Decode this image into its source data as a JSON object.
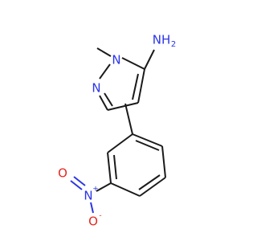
{
  "molecule": {
    "atoms": {
      "amine": {
        "label": "NH",
        "subscript": "2",
        "color": "#2b35e6"
      },
      "n1": {
        "label": "N",
        "color": "#2b35e6"
      },
      "n2": {
        "label": "N",
        "color": "#2b35e6"
      },
      "nitro_n": {
        "label": "N",
        "charge": "+",
        "color": "#2b35e6"
      },
      "nitro_o_double": {
        "label": "O",
        "color": "#e6261f"
      },
      "nitro_o_minus": {
        "label": "O",
        "charge": "-",
        "color": "#e6261f"
      }
    },
    "colors": {
      "bond": "#1a1a1a",
      "nitrogen": "#2b35e6",
      "oxygen": "#e6261f"
    }
  }
}
